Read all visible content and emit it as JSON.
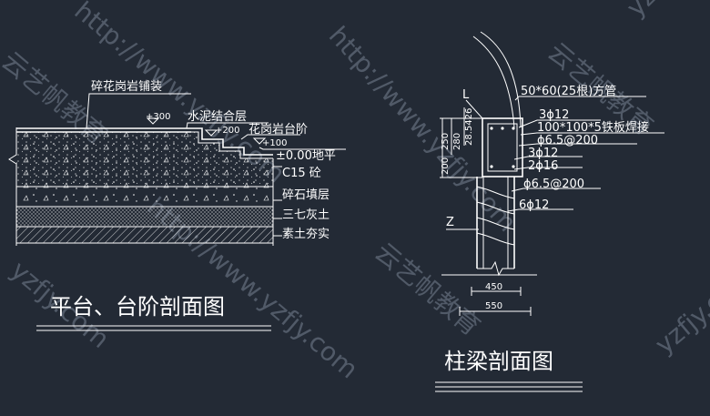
{
  "watermark": {
    "url": "http://www.yzfjy.com",
    "brand": "云艺帆教育",
    "short": "yzfjy.com"
  },
  "left_section": {
    "title": "平台、台阶剖面图",
    "layers": [
      "碎花岗岩铺装",
      "水泥结合层",
      "花岗岩台阶",
      "±0.00地平",
      "C15 砼",
      "碎石填层",
      "三七灰土",
      "素土夯实"
    ],
    "elevations": [
      "+300",
      "+200",
      "+100"
    ]
  },
  "right_section": {
    "title": "柱梁剖面图",
    "labels": [
      "50*60(25根)方管",
      "3ϕ12",
      "100*100*5铁板焊接",
      "ϕ6.5@200",
      "3ϕ12",
      "2ϕ16",
      "ϕ6.5@200",
      "6ϕ12"
    ],
    "markers": {
      "L": "L",
      "Z": "Z"
    },
    "dims_vertical": [
      "28.5426",
      "250",
      "280",
      "200"
    ],
    "dims_horizontal": [
      "450",
      "550"
    ]
  }
}
